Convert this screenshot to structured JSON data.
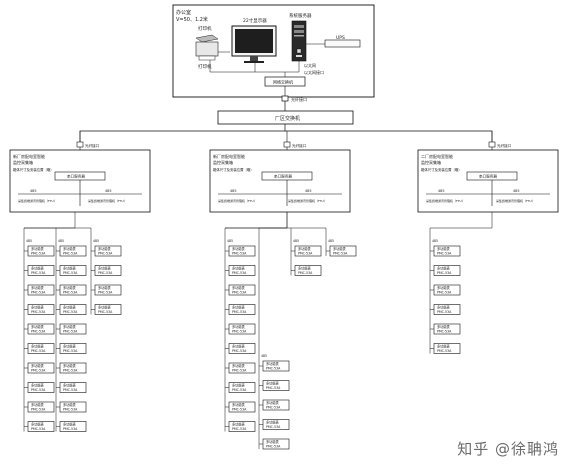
{
  "control_room": {
    "title": "办公室",
    "subtitle": "V=50、1.2米",
    "printer_top": "打印机",
    "printer_bottom": "打印机",
    "monitor": "22寸显示器",
    "server": "系统服务器",
    "ups": "UPS",
    "interface_note_1": "以太网",
    "interface_note_2": "以太网接口",
    "switch_small": "网络交换机"
  },
  "main_switch": {
    "label": "厂区交换机",
    "uplink_label": "光纤接口"
  },
  "substations": [
    {
      "title": "新厂房配电室智能",
      "subtitle": "监控采集箱",
      "note": "箱体尺寸及安装位置（略）",
      "link_label": "光纤接口",
      "switch_label": "串口服务器",
      "left_label": "485",
      "right_label": "485",
      "bus_left": "采集终端通讯管理机（FTU）",
      "bus_right": "采集终端通讯管理机（FTU）"
    },
    {
      "title": "新厂房配电室智能",
      "subtitle": "监控采集箱",
      "note": "箱体尺寸及安装位置（略）",
      "link_label": "光纤接口",
      "switch_label": "串口服务器",
      "left_label": "485",
      "right_label": "485",
      "bus_left": "采集终端通讯管理机（FTU）",
      "bus_right": "采集终端通讯管理机（FTU）"
    },
    {
      "title": "二厂房配电室智能",
      "subtitle": "监控采集箱",
      "note": "箱体尺寸及安装位置（略）",
      "link_label": "光纤接口",
      "switch_label": "串口服务器",
      "left_label": "485",
      "right_label": "485",
      "bus_left": "采集终端通讯管理机（FTU）",
      "bus_right": "采集终端通讯管理机（FTU）"
    }
  ],
  "meter": {
    "name": "多功能表",
    "model": "PMC-53A"
  },
  "branch_label": "485",
  "watermark": "知乎 @徐聃鸿"
}
